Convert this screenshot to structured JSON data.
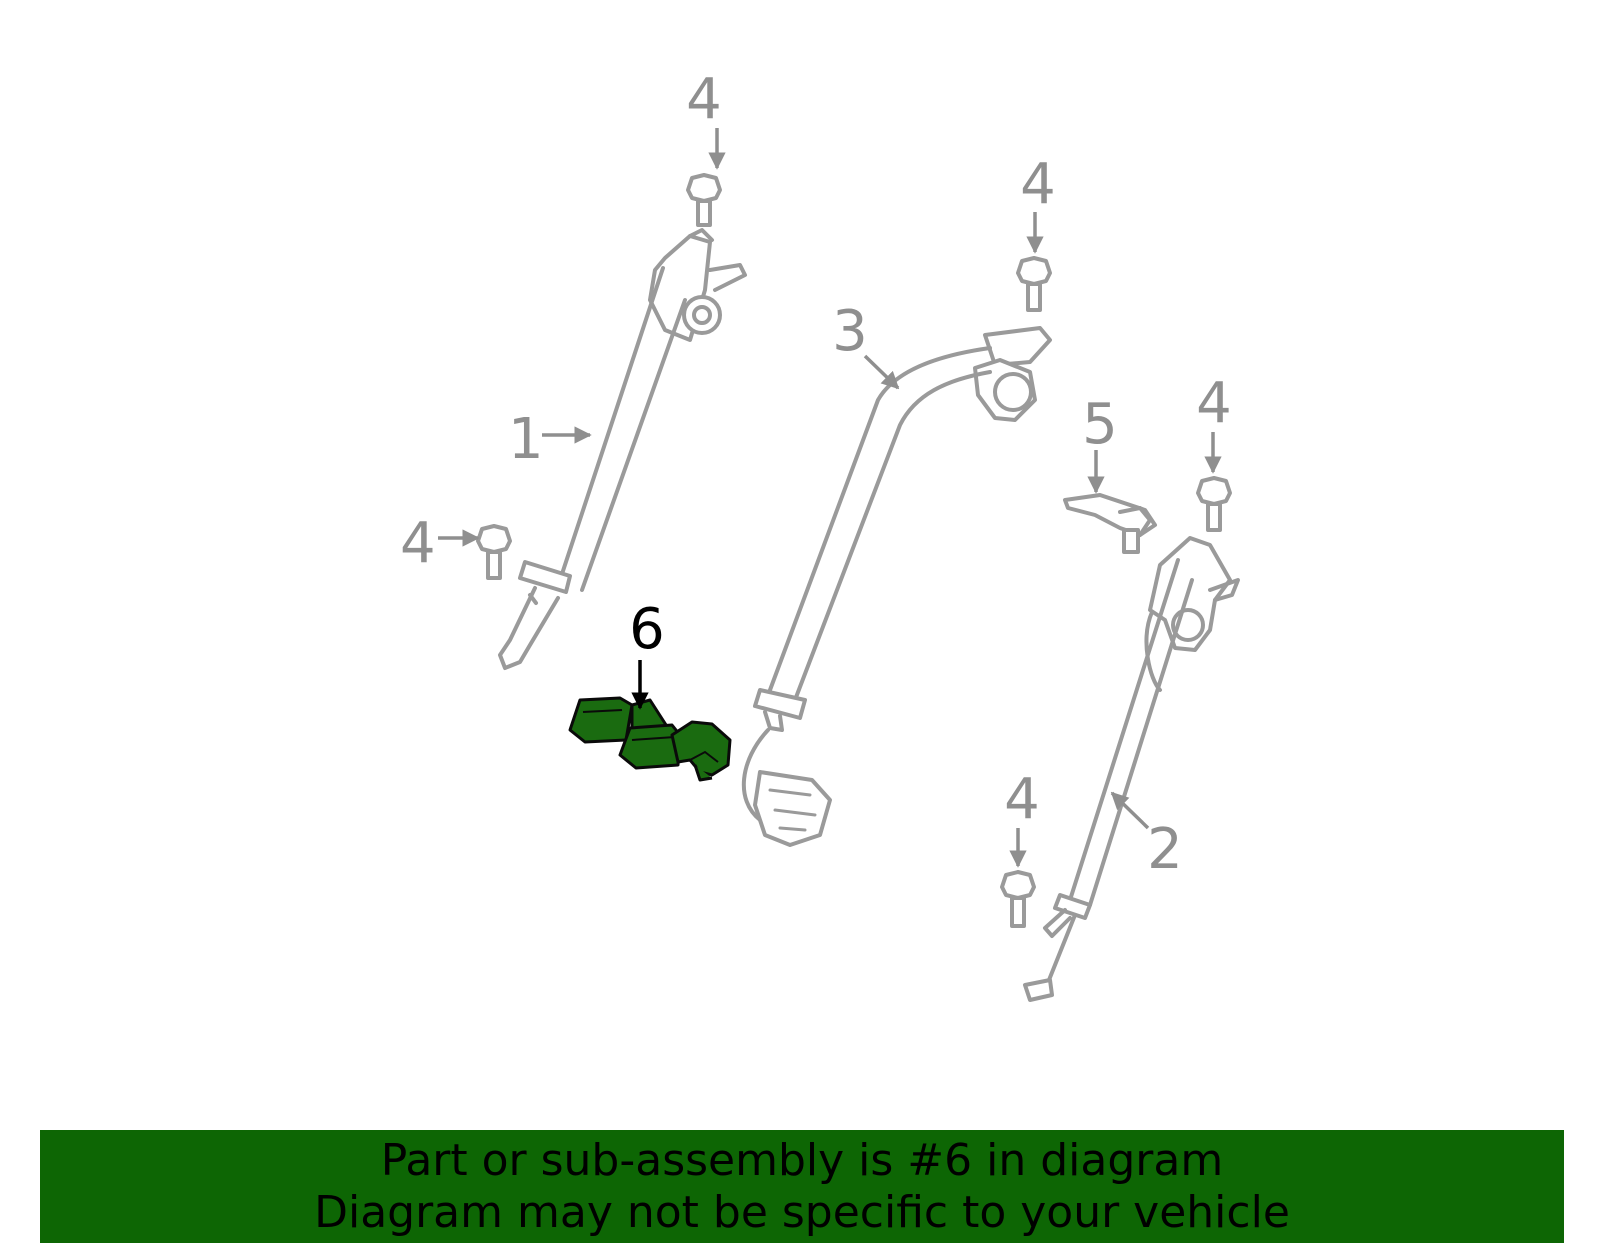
{
  "colors": {
    "highlight": "#1a6b10",
    "banner_bg": "#0d6604",
    "part_line": "#9a9a9a",
    "callout_text": "#8f8f8f"
  },
  "callouts": {
    "belt_1": "1",
    "belt_2": "2",
    "belt_3": "3",
    "bolt_4a": "4",
    "bolt_4b": "4",
    "bolt_4c": "4",
    "bolt_4d": "4",
    "bolt_4e": "4",
    "bracket_5": "5",
    "buckle_6": "6"
  },
  "highlighted_part": "6",
  "banner": {
    "line1": "Part or sub-assembly is #6 in diagram",
    "line2": "Diagram may not be specific to your vehicle"
  }
}
